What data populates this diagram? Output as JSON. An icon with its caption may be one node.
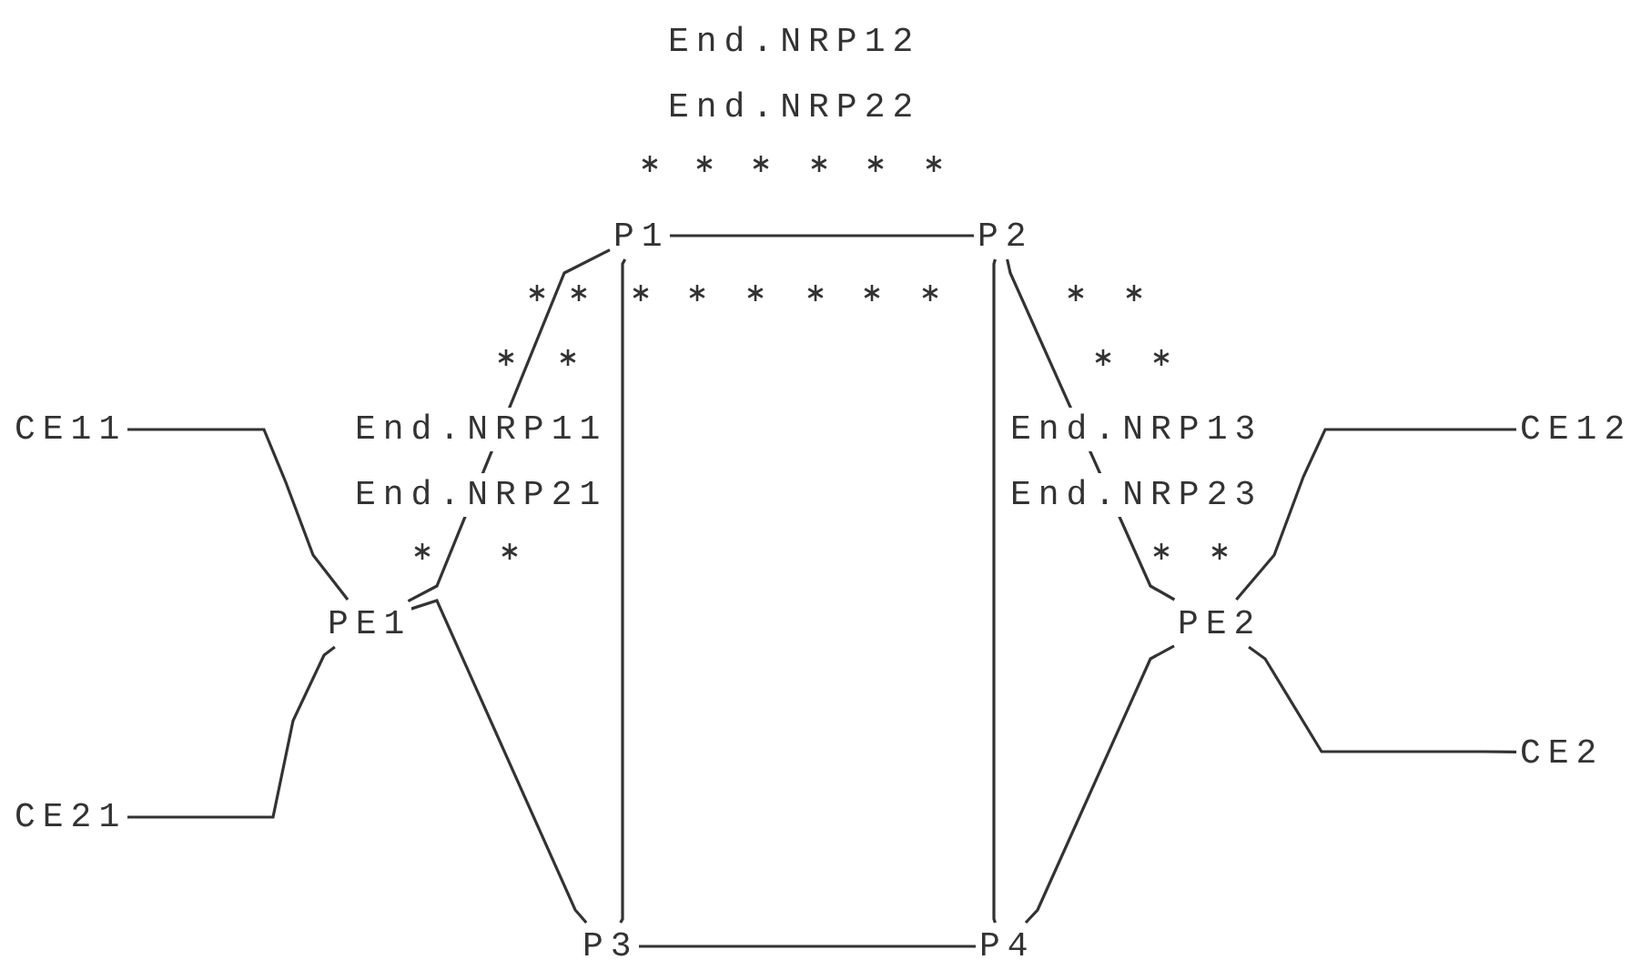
{
  "diagram": {
    "nodes": [
      {
        "text": [
          "P1"
        ]
      },
      {
        "text": [
          "P2"
        ]
      },
      {
        "text": [
          "CE11"
        ]
      },
      {
        "text": [
          "CE12"
        ]
      },
      {
        "text": [
          "PE1"
        ]
      },
      {
        "text": [
          "PE2"
        ]
      },
      {
        "text": [
          "CE21"
        ]
      },
      {
        "text": [
          "CE2"
        ]
      },
      {
        "text": [
          "P3"
        ]
      },
      {
        "text": [
          "P4"
        ]
      }
    ],
    "edges": [
      {
        "from": 0,
        "to": 1,
        "arrow": "none"
      },
      {
        "from": 0,
        "to": 8,
        "arrow": "none"
      },
      {
        "from": 1,
        "to": 9,
        "arrow": "none"
      },
      {
        "from": 2,
        "to": 4,
        "arrow": "none"
      },
      {
        "from": 6,
        "to": 4,
        "arrow": "none"
      },
      {
        "from": 4,
        "to": 8,
        "arrow": "none"
      },
      {
        "from": 4,
        "to": 0,
        "arrow": "none"
      },
      {
        "from": 1,
        "to": 5,
        "arrow": "none"
      },
      {
        "from": 3,
        "to": 5,
        "arrow": "none"
      },
      {
        "from": 5,
        "to": 7,
        "arrow": "none"
      },
      {
        "from": 5,
        "to": 9,
        "arrow": "none"
      },
      {
        "from": 8,
        "to": 9,
        "arrow": "none"
      }
    ],
    "labels": [
      "End.NRP12",
      "End.NRP22",
      "End.NRP11",
      "End.NRP13",
      "End.NRP21",
      "End.NRP23"
    ]
  }
}
